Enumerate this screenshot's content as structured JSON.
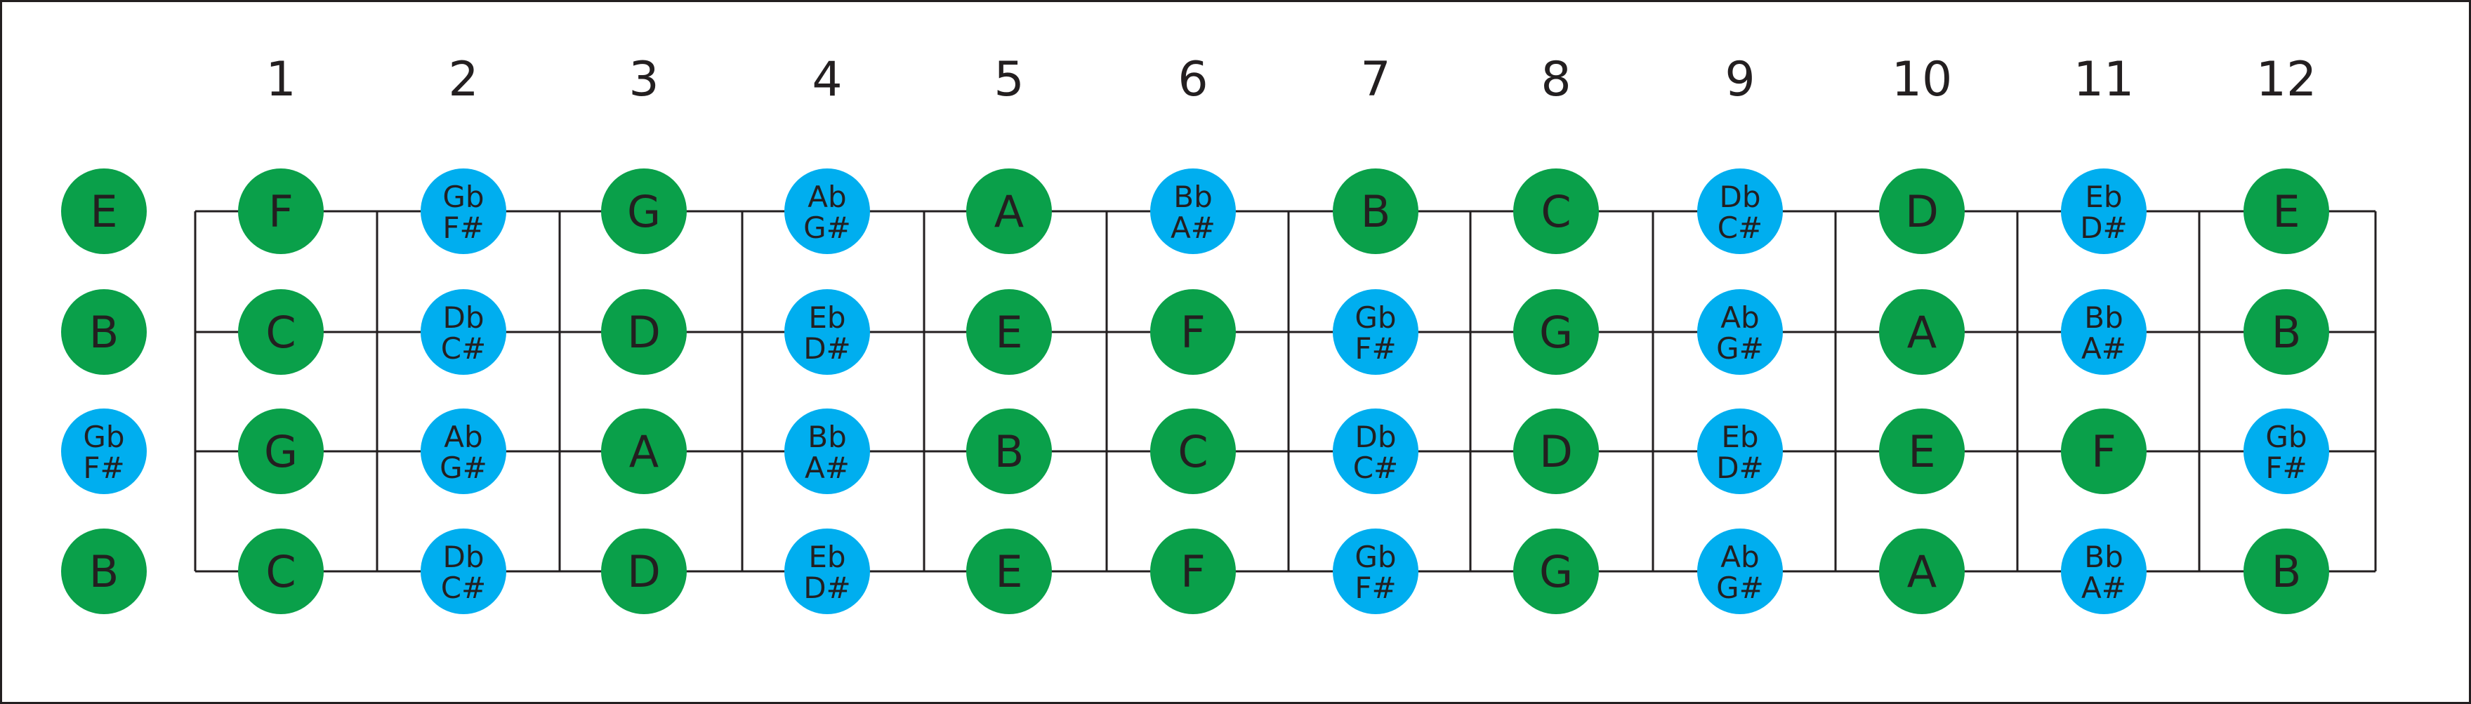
{
  "colors": {
    "natural": "#0aa04a",
    "accidental": "#00aeef",
    "line": "#231f20",
    "text": "#231f20",
    "border": "#231f20"
  },
  "fret_numbers": [
    "1",
    "2",
    "3",
    "4",
    "5",
    "6",
    "7",
    "8",
    "9",
    "10",
    "11",
    "12"
  ],
  "strings": [
    {
      "open": [
        "E"
      ],
      "frets": [
        [
          "F"
        ],
        [
          "Gb",
          "F#"
        ],
        [
          "G"
        ],
        [
          "Ab",
          "G#"
        ],
        [
          "A"
        ],
        [
          "Bb",
          "A#"
        ],
        [
          "B"
        ],
        [
          "C"
        ],
        [
          "Db",
          "C#"
        ],
        [
          "D"
        ],
        [
          "Eb",
          "D#"
        ],
        [
          "E"
        ]
      ]
    },
    {
      "open": [
        "B"
      ],
      "frets": [
        [
          "C"
        ],
        [
          "Db",
          "C#"
        ],
        [
          "D"
        ],
        [
          "Eb",
          "D#"
        ],
        [
          "E"
        ],
        [
          "F"
        ],
        [
          "Gb",
          "F#"
        ],
        [
          "G"
        ],
        [
          "Ab",
          "G#"
        ],
        [
          "A"
        ],
        [
          "Bb",
          "A#"
        ],
        [
          "B"
        ]
      ]
    },
    {
      "open": [
        "Gb",
        "F#"
      ],
      "frets": [
        [
          "G"
        ],
        [
          "Ab",
          "G#"
        ],
        [
          "A"
        ],
        [
          "Bb",
          "A#"
        ],
        [
          "B"
        ],
        [
          "C"
        ],
        [
          "Db",
          "C#"
        ],
        [
          "D"
        ],
        [
          "Eb",
          "D#"
        ],
        [
          "E"
        ],
        [
          "F"
        ],
        [
          "Gb",
          "F#"
        ]
      ]
    },
    {
      "open": [
        "B"
      ],
      "frets": [
        [
          "C"
        ],
        [
          "Db",
          "C#"
        ],
        [
          "D"
        ],
        [
          "Eb",
          "D#"
        ],
        [
          "E"
        ],
        [
          "F"
        ],
        [
          "Gb",
          "F#"
        ],
        [
          "G"
        ],
        [
          "Ab",
          "G#"
        ],
        [
          "A"
        ],
        [
          "Bb",
          "A#"
        ],
        [
          "B"
        ]
      ]
    }
  ]
}
